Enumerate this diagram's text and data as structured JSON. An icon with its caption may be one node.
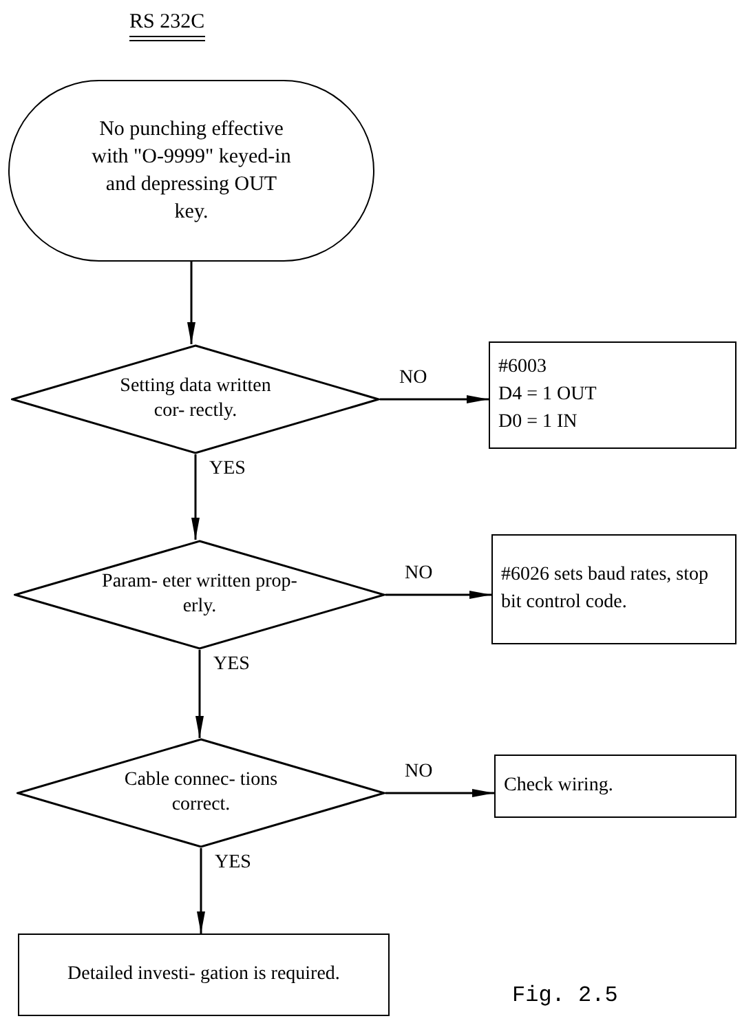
{
  "diagram": {
    "title": "RS 232C",
    "caption": "Fig. 2.5",
    "nodes": [
      {
        "text": [
          "No punching effective with \"O-9999\" keyed-in and depressing OUT key."
        ]
      },
      {
        "text": [
          "Setting data written cor- rectly."
        ]
      },
      {
        "text": [
          "#6003",
          "D4 = 1 OUT",
          "D0 = 1 IN"
        ]
      },
      {
        "text": [
          "Param- eter written prop- erly."
        ]
      },
      {
        "text": [
          "#6026 sets baud rates, stop bit control code."
        ]
      },
      {
        "text": [
          "Cable connec- tions correct."
        ]
      },
      {
        "text": [
          "Check wiring."
        ]
      },
      {
        "text": [
          "Detailed investi- gation is required."
        ]
      }
    ],
    "edges": [
      {
        "from": 0,
        "to": 1,
        "arrow": "to"
      },
      {
        "from": 1,
        "to": 2,
        "arrow": "to",
        "label": "NO"
      },
      {
        "from": 1,
        "to": 3,
        "arrow": "to",
        "label": "YES"
      },
      {
        "from": 3,
        "to": 4,
        "arrow": "to",
        "label": "NO"
      },
      {
        "from": 3,
        "to": 5,
        "arrow": "to",
        "label": "YES"
      },
      {
        "from": 5,
        "to": 6,
        "arrow": "to",
        "label": "NO"
      },
      {
        "from": 5,
        "to": 7,
        "arrow": "to",
        "label": "YES"
      }
    ]
  }
}
